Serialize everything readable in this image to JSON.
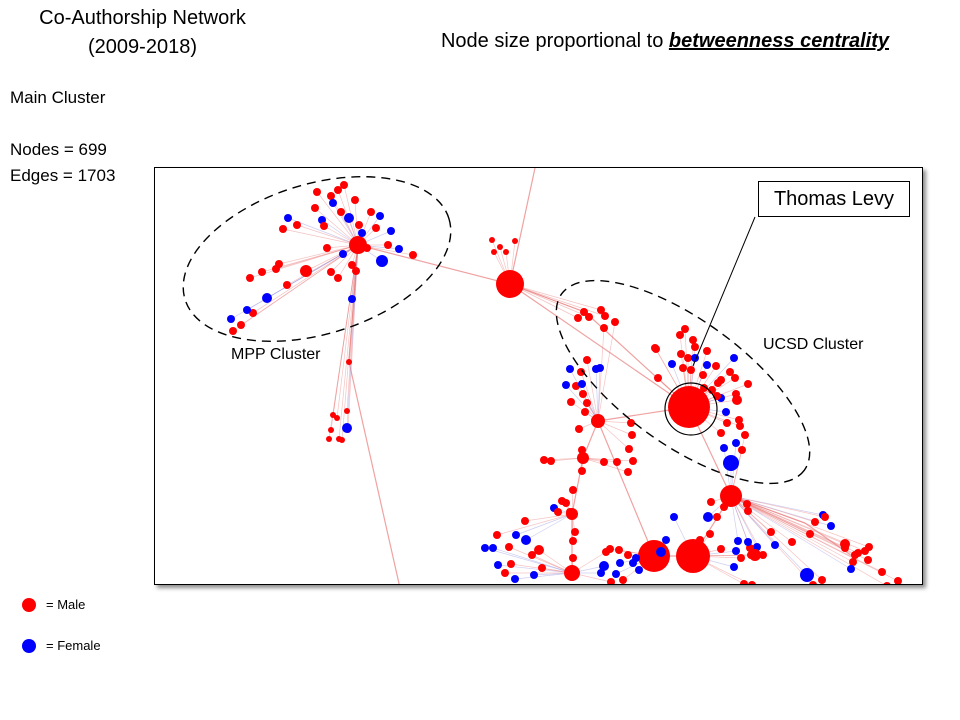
{
  "title": {
    "line1": "Co-Authorship Network",
    "line2": "(2009-2018)"
  },
  "subtitle": {
    "prefix": "Node size proportional to ",
    "emphasis": "betweenness centrality"
  },
  "stats": {
    "cluster": "Main Cluster",
    "nodes": "Nodes = 699",
    "edges": "Edges = 1703"
  },
  "annotations": {
    "highlight_name": "Thomas Levy",
    "cluster_a": "MPP Cluster",
    "cluster_b": "UCSD Cluster"
  },
  "legend": [
    {
      "label": "= Male",
      "color": "#ff0000"
    },
    {
      "label": "= Female",
      "color": "#0000ff"
    }
  ],
  "colors": {
    "male": "#ff0000",
    "female": "#0000ff",
    "edge": "#e87a7a",
    "edge_female": "#9090e0"
  }
}
